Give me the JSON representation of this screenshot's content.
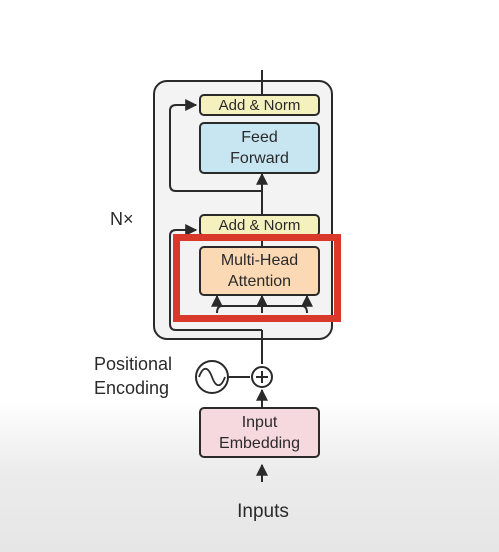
{
  "diagram": {
    "repeat_label": "N×",
    "add_norm_top": "Add & Norm",
    "feed_forward": "Feed Forward",
    "add_norm_bottom": "Add & Norm",
    "multi_head_attention": "Multi-Head Attention",
    "positional_encoding": "Positional Encoding",
    "input_embedding": "Input Embedding",
    "inputs": "Inputs",
    "highlight_color": "#d9392b"
  }
}
